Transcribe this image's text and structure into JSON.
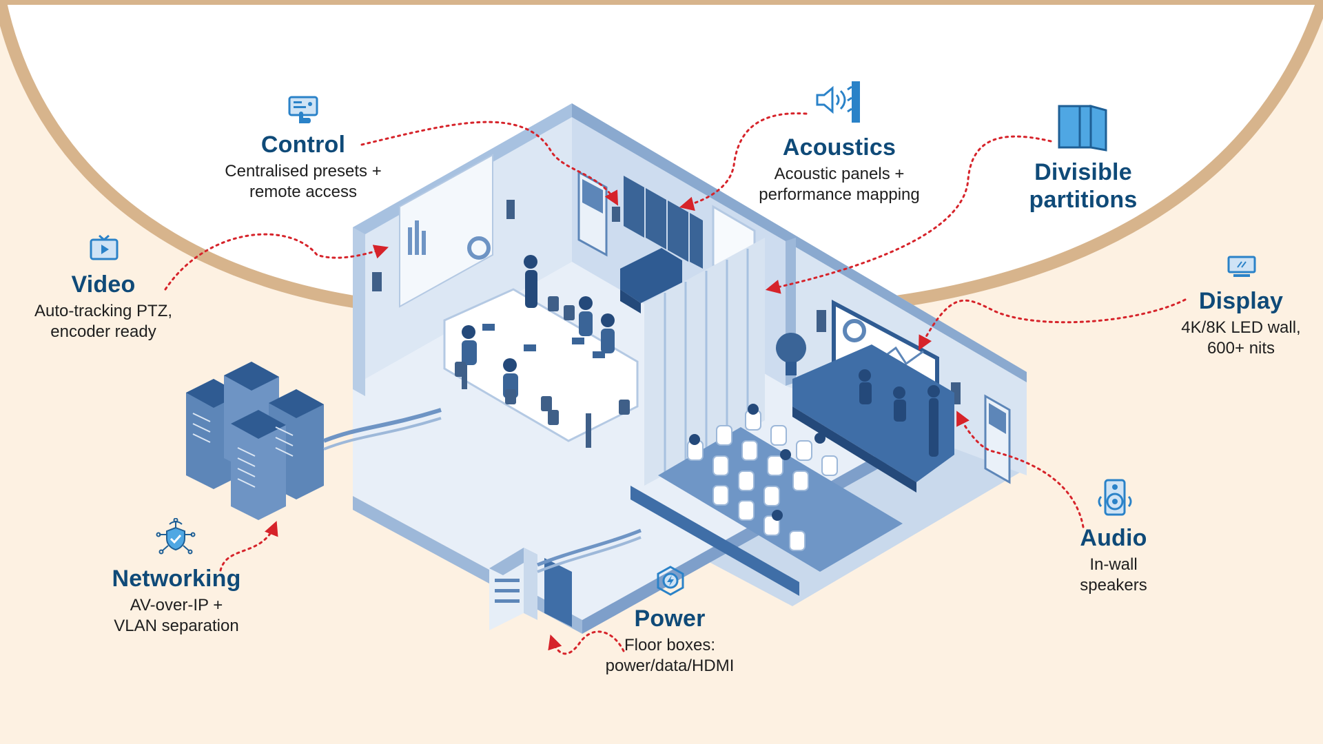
{
  "colors": {
    "background": "#fdf1e2",
    "arc_fill": "#ffffff",
    "arc_border": "#d7b48c",
    "title": "#0f4a78",
    "icon": "#2a82c8",
    "room_light": "#dbe6f3",
    "room_mid": "#a7c1e0",
    "room_dark": "#5d86b8",
    "connector": "#d6232a"
  },
  "callouts": {
    "control": {
      "title": "Control",
      "desc1": "Centralised presets +",
      "desc2": "remote access",
      "icon": "control-panel-icon"
    },
    "acoustics": {
      "title": "Acoustics",
      "desc1": "Acoustic panels +",
      "desc2": "performance mapping",
      "icon": "speaker-acoustic-icon"
    },
    "divisible": {
      "title1": "Divisible",
      "title2": "partitions",
      "icon": "partition-icon"
    },
    "video": {
      "title": "Video",
      "desc1": "Auto-tracking PTZ,",
      "desc2": "encoder ready",
      "icon": "tv-icon"
    },
    "display": {
      "title": "Display",
      "desc1": "4K/8K LED wall,",
      "desc2": "600+ nits",
      "icon": "monitor-icon"
    },
    "networking": {
      "title": "Networking",
      "desc1": "AV-over-IP +",
      "desc2": "VLAN separation",
      "icon": "network-shield-icon"
    },
    "power": {
      "title": "Power",
      "desc1": "Floor boxes:",
      "desc2": "power/data/HDMI",
      "icon": "power-hub-icon"
    },
    "audio": {
      "title": "Audio",
      "desc1": "In-wall",
      "desc2": "speakers",
      "icon": "speaker-icon"
    }
  }
}
